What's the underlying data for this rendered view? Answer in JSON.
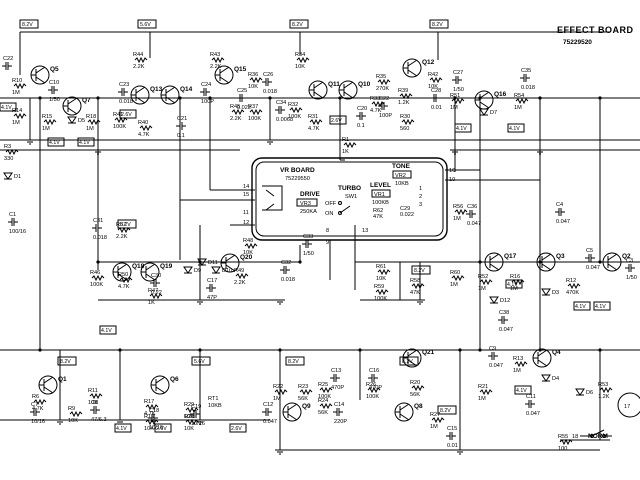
{
  "header": {
    "title": "EFFECT BOARD",
    "part_number": "75229520"
  },
  "vr_board": {
    "title": "VR BOARD",
    "part_number": "75229550",
    "drive_label": "DRIVE",
    "drive_ref": "VR3",
    "drive_value": "250KA",
    "turbo_label": "TURBO",
    "turbo_switch": "SW1",
    "off_label": "OFF",
    "on_label": "ON",
    "level_label": "LEVEL",
    "level_ref": "VR1",
    "level_value": "100KB",
    "tone_label": "TONE",
    "tone_ref": "VR2",
    "tone_value": "10KB",
    "r62": "R62",
    "r62v": "47K",
    "c29": "C29",
    "c29v": "0.022",
    "pins": [
      "14",
      "15",
      "16",
      "11",
      "12",
      "10",
      "13",
      "9",
      "8",
      "2",
      "1",
      "3"
    ]
  },
  "rails": {
    "v82": "8.2V",
    "v56": "5.6V",
    "v41": "4.1V",
    "v26": "2.6V"
  },
  "transistors": [
    "Q5",
    "Q7",
    "Q13",
    "Q14",
    "Q15",
    "Q11",
    "Q10",
    "Q12",
    "Q16",
    "Q18",
    "Q19",
    "Q20",
    "Q17",
    "Q3",
    "Q2",
    "Q21",
    "Q4",
    "Q1",
    "Q6",
    "Q9",
    "Q8"
  ],
  "diodes": [
    "D5",
    "D7",
    "D11",
    "D9",
    "D10",
    "D12",
    "D3",
    "D4",
    "D6",
    "D1"
  ],
  "resistors": [
    {
      "ref": "R10",
      "val": "1M"
    },
    {
      "ref": "R14",
      "val": "1M"
    },
    {
      "ref": "R15",
      "val": "1M"
    },
    {
      "ref": "R18",
      "val": "1M"
    },
    {
      "ref": "R44",
      "val": "2.2K"
    },
    {
      "ref": "R43",
      "val": "2.2K"
    },
    {
      "ref": "R40",
      "val": "4.7K"
    },
    {
      "ref": "R41",
      "val": "100K"
    },
    {
      "ref": "R36",
      "val": "10K"
    },
    {
      "ref": "R37",
      "val": "100K"
    },
    {
      "ref": "R45",
      "val": "2.2K"
    },
    {
      "ref": "R32",
      "val": "100K"
    },
    {
      "ref": "R34",
      "val": "10K"
    },
    {
      "ref": "R35",
      "val": "270K"
    },
    {
      "ref": "R39",
      "val": "1.2K"
    },
    {
      "ref": "R33",
      "val": "4.7K"
    },
    {
      "ref": "R31",
      "val": "4.7K"
    },
    {
      "ref": "R30",
      "val": "560"
    },
    {
      "ref": "R42",
      "val": "10K"
    },
    {
      "ref": "R51",
      "val": "1M"
    },
    {
      "ref": "R54",
      "val": "1M"
    },
    {
      "ref": "R1",
      "val": "1K"
    },
    {
      "ref": "R47",
      "val": "1K"
    },
    {
      "ref": "R48",
      "val": "10K"
    },
    {
      "ref": "R49",
      "val": "2.2K"
    },
    {
      "ref": "R46",
      "val": "100K"
    },
    {
      "ref": "R50",
      "val": "4.7K"
    },
    {
      "ref": "R57",
      "val": "2.2K"
    },
    {
      "ref": "R56",
      "val": "1M"
    },
    {
      "ref": "R52",
      "val": "1M"
    },
    {
      "ref": "R58",
      "val": "47K"
    },
    {
      "ref": "R61",
      "val": "10K"
    },
    {
      "ref": "R59",
      "val": "100K"
    },
    {
      "ref": "R60",
      "val": "1M"
    },
    {
      "ref": "R12",
      "val": "470K"
    },
    {
      "ref": "R16",
      "val": "1M"
    },
    {
      "ref": "R13",
      "val": "1M"
    },
    {
      "ref": "R11",
      "val": "10K"
    },
    {
      "ref": "R6",
      "val": "4.7K"
    },
    {
      "ref": "R9",
      "val": "10K"
    },
    {
      "ref": "R17",
      "val": "4.7K"
    },
    {
      "ref": "R19",
      "val": "10K"
    },
    {
      "ref": "R29",
      "val": "10K"
    },
    {
      "ref": "R28",
      "val": "10K"
    },
    {
      "ref": "R22",
      "val": "1M"
    },
    {
      "ref": "R23",
      "val": "56K"
    },
    {
      "ref": "R24",
      "val": "56K"
    },
    {
      "ref": "R25",
      "val": "100K"
    },
    {
      "ref": "R26",
      "val": "100K"
    },
    {
      "ref": "R20",
      "val": "56K"
    },
    {
      "ref": "R21",
      "val": "1M"
    },
    {
      "ref": "R27",
      "val": "1M"
    },
    {
      "ref": "R53",
      "val": "1.2K"
    },
    {
      "ref": "R55",
      "val": "100"
    },
    {
      "ref": "R3",
      "val": "330"
    }
  ],
  "capacitors": [
    {
      "ref": "C22",
      "val": ""
    },
    {
      "ref": "C10",
      "val": "1/50"
    },
    {
      "ref": "C23",
      "val": "0.018"
    },
    {
      "ref": "C24",
      "val": "100P"
    },
    {
      "ref": "C25",
      "val": "0.022"
    },
    {
      "ref": "C26",
      "val": "0.018"
    },
    {
      "ref": "C34",
      "val": "0.0068"
    },
    {
      "ref": "C21",
      "val": "0.1"
    },
    {
      "ref": "C22b",
      "val": "100P"
    },
    {
      "ref": "C20",
      "val": "0.1"
    },
    {
      "ref": "C27",
      "val": "1/50"
    },
    {
      "ref": "C28",
      "val": "0.01"
    },
    {
      "ref": "C35",
      "val": "0.018"
    },
    {
      "ref": "C31",
      "val": "0.018"
    },
    {
      "ref": "C30",
      "val": "0.22"
    },
    {
      "ref": "C17",
      "val": "47P"
    },
    {
      "ref": "C32",
      "val": "0.018"
    },
    {
      "ref": "C33",
      "val": "1/50"
    },
    {
      "ref": "C36",
      "val": "0.047"
    },
    {
      "ref": "C4",
      "val": "0.047"
    },
    {
      "ref": "C5",
      "val": "0.047"
    },
    {
      "ref": "C38",
      "val": "0.047"
    },
    {
      "ref": "C9",
      "val": "0.047"
    },
    {
      "ref": "C11",
      "val": "0.047"
    },
    {
      "ref": "C7",
      "val": "10/16"
    },
    {
      "ref": "C8",
      "val": "47/6.3"
    },
    {
      "ref": "C18",
      "val": "10/16"
    },
    {
      "ref": "C19",
      "val": "10/16"
    },
    {
      "ref": "C12",
      "val": "0.047"
    },
    {
      "ref": "C13",
      "val": "470P"
    },
    {
      "ref": "C16",
      "val": "470P"
    },
    {
      "ref": "C14",
      "val": "220P"
    },
    {
      "ref": "C15",
      "val": "0.01"
    },
    {
      "ref": "C1",
      "val": "100/16"
    },
    {
      "ref": "C3",
      "val": "1/50"
    }
  ],
  "misc": {
    "rt1": "RT1",
    "rt1v": "10KB",
    "norm": "NORM",
    "pin17": "17",
    "pin18": "18",
    "d1": "D1"
  }
}
